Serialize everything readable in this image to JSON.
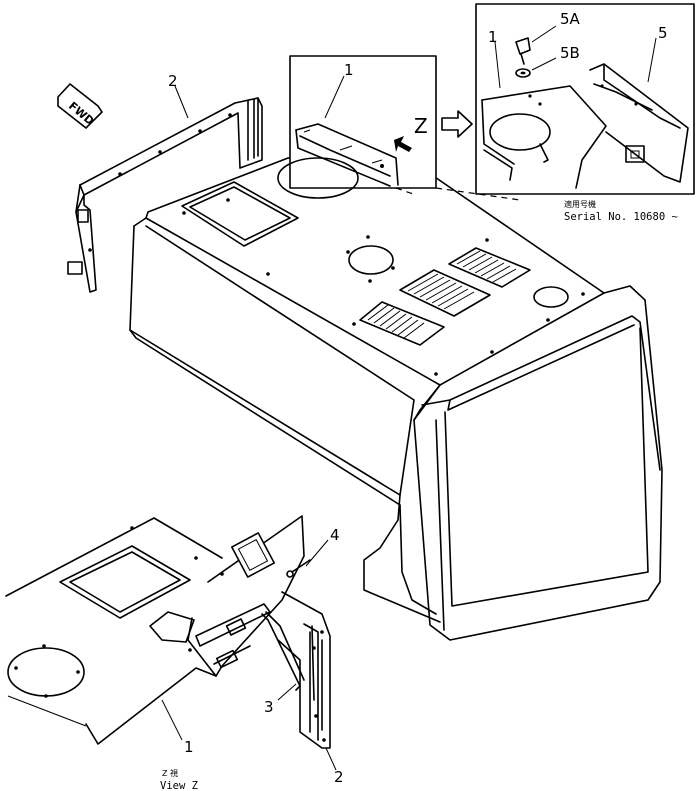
{
  "callouts": {
    "top_bracket": "2",
    "detail_cover": "1",
    "inset_cover": "1",
    "inset_part_5": "5",
    "inset_bolt": "5A",
    "inset_washer": "5B",
    "bottom_cover": "1",
    "bottom_bracket": "2",
    "latch_rod": "3",
    "pin": "4"
  },
  "view_letter": "Z",
  "direction_label": "FWD",
  "serial": {
    "jp": "適用号機",
    "en": "Serial No. 10680 ~"
  },
  "view_caption": {
    "jp": "Z  視",
    "en": "View Z"
  }
}
